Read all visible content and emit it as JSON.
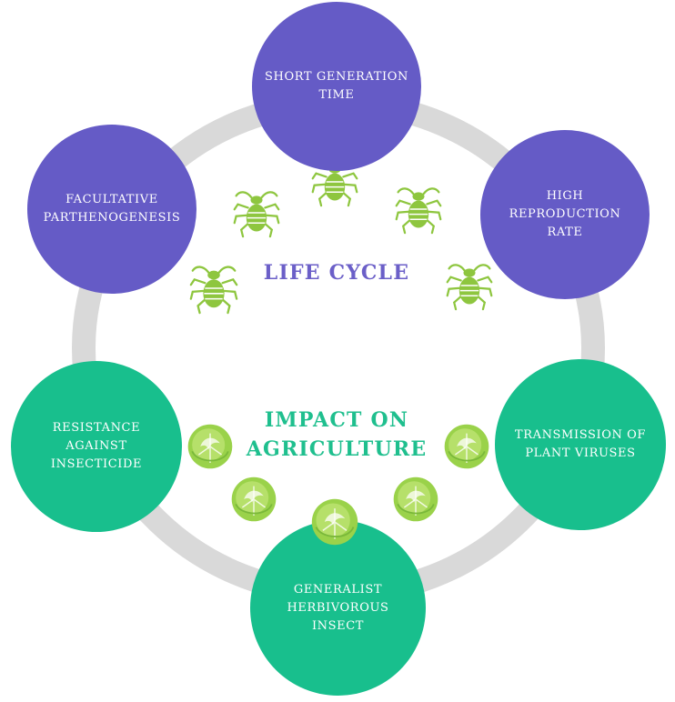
{
  "colors": {
    "ring": "#d9d9d9",
    "life_cycle": "#655bc6",
    "agriculture": "#18bf8d",
    "aphid_icon": "#8ec63f",
    "lettuce_icon": "#9ad24a"
  },
  "nodes": {
    "short_generation_time": "SHORT GENERATION\nTIME",
    "high_reproduction_rate": "HIGH\nREPRODUCTION\nRATE",
    "facultative_parthenogenesis": "FACULTATIVE\nPARTHENOGENESIS",
    "resistance_against_insecticide": "RESISTANCE\nAGAINST\nINSECTICIDE",
    "transmission_of_plant_viruses": "TRANSMISSION OF\nPLANT VIRUSES",
    "generalist_herbivorous_insect": "GENERALIST\nHERBIVOROUS\nINSECT"
  },
  "center": {
    "life_cycle": "LIFE CYCLE",
    "impact_on_agriculture": "IMPACT ON\nAGRICULTURE"
  },
  "icons": {
    "aphid": "aphid-icon",
    "lettuce": "lettuce-icon"
  }
}
